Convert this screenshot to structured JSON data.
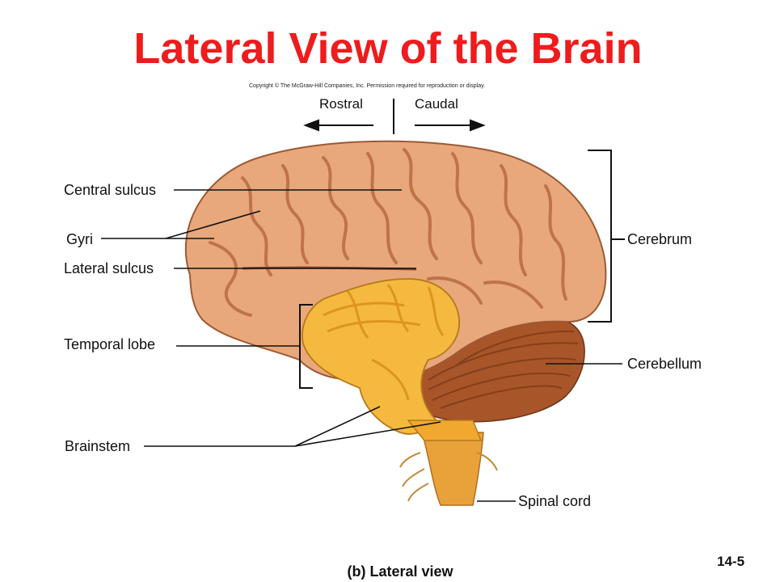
{
  "title": "Lateral View of the Brain",
  "copyright": "Copyright © The McGraw-Hill Companies, Inc. Permission required for reproduction or display.",
  "orientation": {
    "rostral": "Rostral",
    "caudal": "Caudal"
  },
  "labels": {
    "central_sulcus": "Central sulcus",
    "gyri": "Gyri",
    "lateral_sulcus": "Lateral sulcus",
    "temporal_lobe": "Temporal lobe",
    "brainstem": "Brainstem",
    "cerebrum": "Cerebrum",
    "cerebellum": "Cerebellum",
    "spinal_cord": "Spinal cord"
  },
  "caption": "(b) Lateral view",
  "slide_number": "14-5",
  "colors": {
    "title": "#ee1c1c",
    "cerebrum": "#e8a87c",
    "cerebrum_shade": "#c9784f",
    "brainstem": "#f5b940",
    "cerebellum": "#a8552a"
  }
}
